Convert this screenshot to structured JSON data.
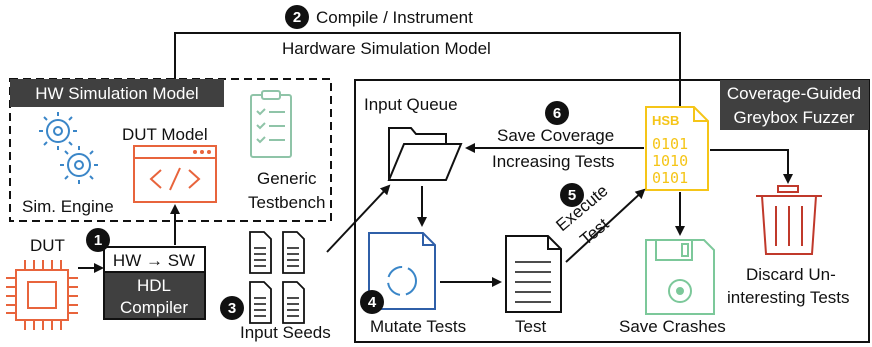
{
  "steps": {
    "s1": "1",
    "s2": "2",
    "s3": "3",
    "s4": "4",
    "s5": "5",
    "s6": "6"
  },
  "labels": {
    "compile_instrument": "Compile / Instrument",
    "hw_sim_model_arrow": "Hardware Simulation Model",
    "hw_sim_model_box": "HW Simulation Model",
    "dut_model": "DUT Model",
    "sim_engine": "Sim. Engine",
    "generic_1": "Generic",
    "generic_2": "Testbench",
    "dut": "DUT",
    "hw_sw": "HW → SW",
    "hdl_1": "HDL",
    "hdl_2": "Compiler",
    "input_seeds": "Input Seeds",
    "input_queue": "Input Queue",
    "save_cov_1": "Save Coverage",
    "save_cov_2": "Increasing Tests",
    "fuzzer_1": "Coverage-Guided",
    "fuzzer_2": "Greybox Fuzzer",
    "hsb": "HSB",
    "bits_1": "0101",
    "bits_2": "1010",
    "bits_3": "0101",
    "execute": "Execute",
    "test_word": "Test",
    "mutate_tests": "Mutate Tests",
    "test": "Test",
    "save_crashes": "Save Crashes",
    "discard_1": "Discard Un-",
    "discard_2": "interesting Tests"
  },
  "colors": {
    "dut_orange": "#e8643c",
    "gear_blue": "#3a86c8",
    "checklist_green": "#8fc4a8",
    "mutate_blue": "#2f5fa8",
    "hsb_yellow": "#f5c518",
    "save_green": "#7cc89a",
    "trash_red": "#c0392b",
    "dark_box": "#404040"
  }
}
